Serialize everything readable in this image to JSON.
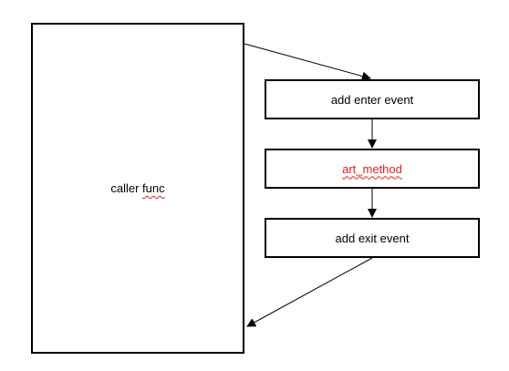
{
  "diagram": {
    "caller": {
      "prefix": "caller ",
      "underlined": "func"
    },
    "steps": [
      {
        "label": "add enter event"
      },
      {
        "label": "art_method",
        "color": "#e02020"
      },
      {
        "label": "add exit event"
      }
    ]
  },
  "colors": {
    "stroke": "#000000",
    "highlight_text": "#e02020",
    "spellcheck_underline": "#e02020"
  }
}
